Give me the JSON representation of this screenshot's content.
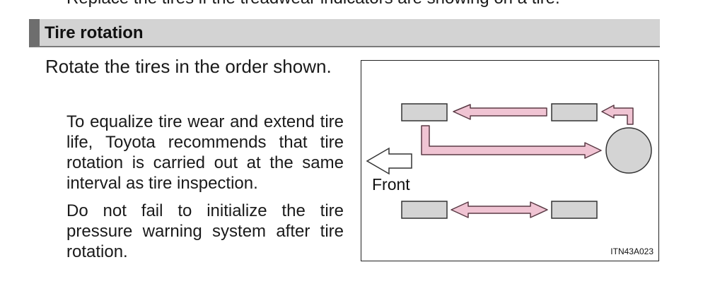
{
  "top_text": "Replace the tires if the treadwear indicators are showing on a tire.",
  "section": {
    "title": "Tire rotation"
  },
  "body": {
    "lead": "Rotate the tires in the order shown.",
    "notes": [
      "To equalize tire wear and extend tire life, Toyota recommends that tire rotation is carried out at the same interval as tire inspection.",
      "Do not fail to initialize the tire pressure warning system after tire rotation."
    ]
  },
  "figure": {
    "front_label": "Front",
    "code": "ITN43A023"
  },
  "colors": {
    "arrow_fill": "#f0c4d3",
    "arrow_stroke": "#5a3a45",
    "tire_fill": "#d4d4d4",
    "header_bg": "#d3d3d3"
  }
}
